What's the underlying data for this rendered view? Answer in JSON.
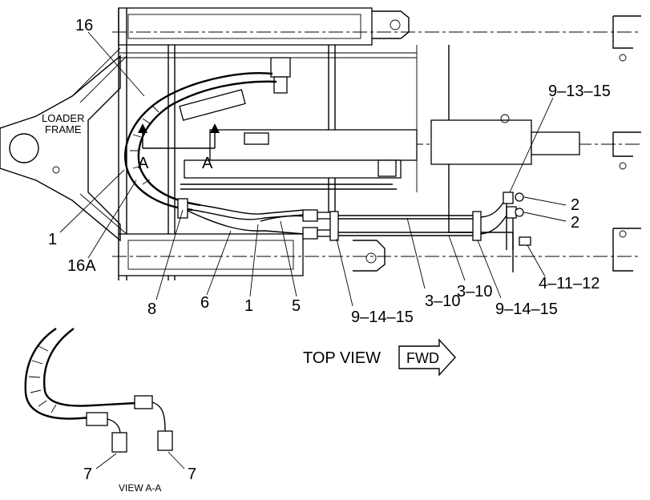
{
  "frame_label_line1": "LOADER",
  "frame_label_line2": "FRAME",
  "section_marker": "A",
  "view_title": "TOP VIEW",
  "direction_label": "FWD",
  "section_view_label": "VIEW A-A",
  "callouts": {
    "c16": "16",
    "c16a": "16A",
    "c1_left": "1",
    "c8": "8",
    "c6": "6",
    "c1_mid": "1",
    "c5": "5",
    "c9_14_15_a": "9–14–15",
    "c3_10_a": "3–10",
    "c3_10_b": "3–10",
    "c9_14_15_b": "9–14–15",
    "c4_11_12": "4–11–12",
    "c9_13_15": "9–13–15",
    "c2_upper": "2",
    "c2_lower": "2",
    "c7_left": "7",
    "c7_right": "7"
  }
}
